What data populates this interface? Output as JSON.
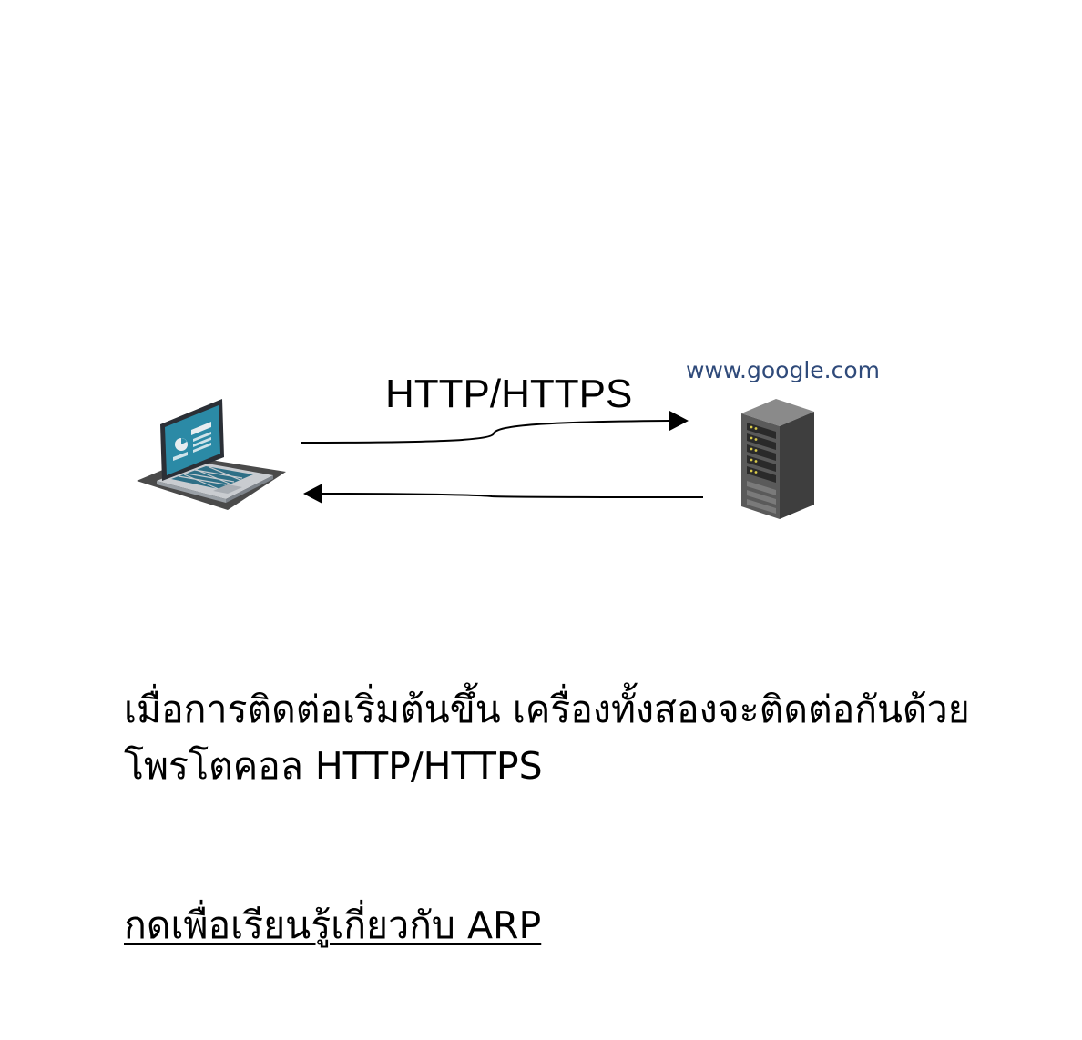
{
  "diagram": {
    "protocol_label": "HTTP/HTTPS",
    "server_host": "www.google.com",
    "client_icon": "laptop-icon",
    "server_icon": "server-rack-icon",
    "colors": {
      "host_text": "#2f4a7a",
      "arrow": "#000000",
      "laptop_screen": "#2b8aa6",
      "server_body": "#5a5a5a"
    }
  },
  "text": {
    "description": "เมื่อการติดต่อเริ่มต้นขึ้น เครื่องทั้งสองจะติดต่อกันด้วยโพรโตคอล HTTP/HTTPS",
    "link": "กดเพื่อเรียนรู้เกี่ยวกับ ARP"
  }
}
